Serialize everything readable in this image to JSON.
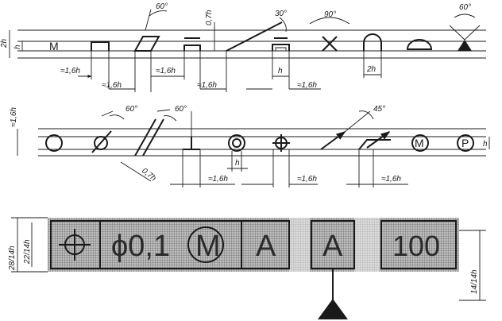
{
  "row1": {
    "labels": {
      "h2_left": "2h",
      "h_left": "h",
      "angle_top": "60°",
      "h07": "0,7h",
      "angle_30": "30°",
      "angle_90": "90°",
      "angle_right": "60°",
      "d16_a": "≈1,6h",
      "d16_b": "≈1,6h",
      "d16_c": "≈1,6h",
      "d16_d": "≈1,6h",
      "d16_e": "≈1,6h",
      "h_mid": "h",
      "h2_arc": "2h",
      "letter_m": "M"
    }
  },
  "row2": {
    "labels": {
      "h16_left": "≈1,6h",
      "angle_a": "60°",
      "angle_b": "60°",
      "angle_c": "45°",
      "d07": "0,7h",
      "d16_a": "≈1,6h",
      "d16_b": "≈1,6h",
      "d16_c": "≈1,6h",
      "h_small": "h",
      "h_right": "h",
      "letter_m": "M",
      "letter_p": "P"
    }
  },
  "row3": {
    "labels": {
      "h28": "28/14h",
      "h22": "22/14h",
      "h14": "14/14h"
    },
    "cells": {
      "tolerance": "ϕ0,1",
      "modifier": "M",
      "datum1": "A",
      "datum2": "A",
      "value": "100"
    }
  }
}
